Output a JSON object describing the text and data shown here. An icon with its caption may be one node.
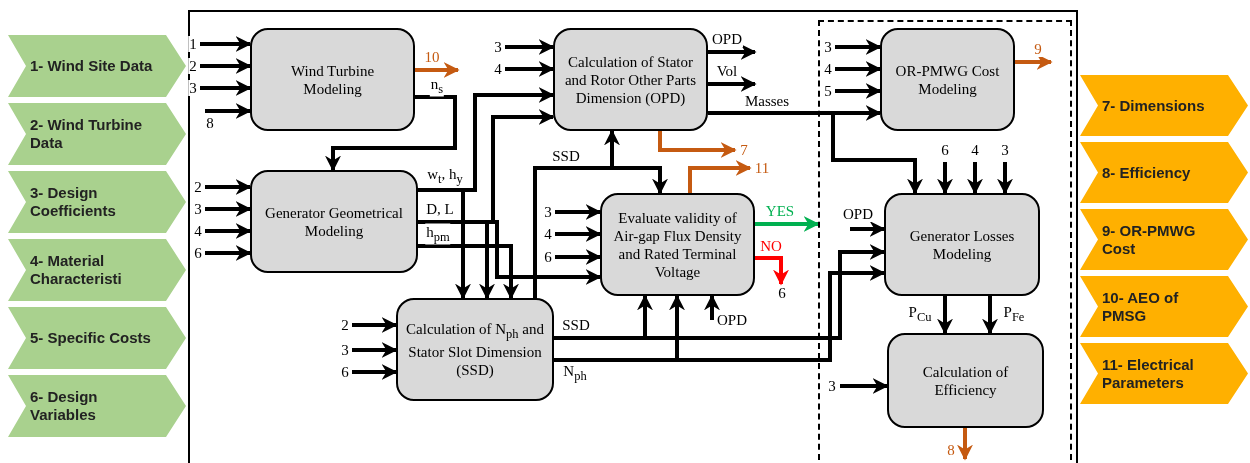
{
  "diagram": {
    "nodes": [
      {
        "text": [
          "1- Wind Site Data"
        ]
      },
      {
        "text": [
          "2- Wind Turbine Data"
        ]
      },
      {
        "text": [
          "3- Design Coefficients"
        ]
      },
      {
        "text": [
          "4- Material Characteristi"
        ]
      },
      {
        "text": [
          "5- Specific Costs"
        ]
      },
      {
        "text": [
          "6- Design Variables"
        ]
      },
      {
        "text": [
          "7- Dimensions"
        ]
      },
      {
        "text": [
          "8- Efficiency"
        ]
      },
      {
        "text": [
          "9- OR-PMWG Cost"
        ]
      },
      {
        "text": [
          "10- AEO of PMSG"
        ]
      },
      {
        "text": [
          "11- Electrical Parameters"
        ]
      },
      {
        "text": [],
        "shape": "box"
      },
      {
        "text": [],
        "shape": "box",
        "in": 11
      },
      {
        "text": [
          "Wind Turbine Modeling"
        ],
        "in": 11
      },
      {
        "text": [
          "Generator Geometrical Modeling"
        ],
        "in": 11
      },
      {
        "text": [
          "Calculation of N$_{ph}$ and Stator Slot Dimension (SSD)"
        ],
        "in": 11
      },
      {
        "text": [
          "Calculation of Stator and Rotor Other Parts Dimension (OPD)"
        ],
        "in": 11
      },
      {
        "text": [
          "Evaluate validity of Air-gap Flux Density and Rated Terminal Voltage"
        ],
        "in": 11
      },
      {
        "text": [
          "OR-PMWG Cost Modeling"
        ],
        "in": 12
      },
      {
        "text": [
          "Generator Losses Modeling"
        ],
        "in": 12
      },
      {
        "text": [
          "Calculation of Efficiency"
        ],
        "in": 12
      },
      {
        "text": [
          "6"
        ],
        "in": 11
      }
    ],
    "edges": [
      {
        "from": null,
        "to": 13,
        "arrow": "to",
        "label": "1"
      },
      {
        "from": null,
        "to": 13,
        "arrow": "to",
        "label": "2"
      },
      {
        "from": null,
        "to": 13,
        "arrow": "to",
        "label": "3"
      },
      {
        "from": null,
        "to": 13,
        "arrow": "to",
        "label": "8"
      },
      {
        "from": 13,
        "to": null,
        "arrow": "to",
        "label": "10",
        "color": "#c55a11"
      },
      {
        "from": 13,
        "to": 14,
        "arrow": "to",
        "label": "n$_{s}$"
      },
      {
        "from": null,
        "to": 14,
        "arrow": "to",
        "label": "2"
      },
      {
        "from": null,
        "to": 14,
        "arrow": "to",
        "label": "3"
      },
      {
        "from": null,
        "to": 14,
        "arrow": "to",
        "label": "4"
      },
      {
        "from": null,
        "to": 14,
        "arrow": "to",
        "label": "6"
      },
      {
        "from": 14,
        "to": 16,
        "arrow": "to",
        "label": "w$_{t}$, h$_{y}$"
      },
      {
        "from": 14,
        "to": 15,
        "arrow": "to"
      },
      {
        "from": 14,
        "to": 16,
        "arrow": "to",
        "label": "D, L"
      },
      {
        "from": 14,
        "to": 15,
        "arrow": "to"
      },
      {
        "from": 14,
        "to": 17,
        "arrow": "to"
      },
      {
        "from": 14,
        "to": 15,
        "arrow": "to",
        "label": "h$_{pm}$"
      },
      {
        "from": 15,
        "to": 16,
        "arrow": "to",
        "label": "SSD"
      },
      {
        "from": 15,
        "to": 17,
        "arrow": "to"
      },
      {
        "from": null,
        "to": 15,
        "arrow": "to",
        "label": "2"
      },
      {
        "from": null,
        "to": 15,
        "arrow": "to",
        "label": "3"
      },
      {
        "from": null,
        "to": 15,
        "arrow": "to",
        "label": "6"
      },
      {
        "from": 15,
        "to": 17,
        "arrow": "to",
        "label": "SSD"
      },
      {
        "from": 15,
        "to": 19,
        "arrow": "to"
      },
      {
        "from": 15,
        "to": 17,
        "arrow": "to",
        "label": "N$_{ph}$"
      },
      {
        "from": 15,
        "to": 19,
        "arrow": "to"
      },
      {
        "from": null,
        "to": 16,
        "arrow": "to",
        "label": "3"
      },
      {
        "from": null,
        "to": 16,
        "arrow": "to",
        "label": "4"
      },
      {
        "from": 16,
        "to": null,
        "arrow": "to",
        "label": "OPD"
      },
      {
        "from": 16,
        "to": null,
        "arrow": "to",
        "label": "Vol"
      },
      {
        "from": 16,
        "to": 18,
        "arrow": "to",
        "label": "Masses"
      },
      {
        "from": 16,
        "to": 19,
        "arrow": "to"
      },
      {
        "from": 16,
        "to": null,
        "arrow": "to",
        "label": "7",
        "color": "#c55a11"
      },
      {
        "from": null,
        "to": 17,
        "arrow": "to",
        "label": "3"
      },
      {
        "from": null,
        "to": 17,
        "arrow": "to",
        "label": "4"
      },
      {
        "from": null,
        "to": 17,
        "arrow": "to",
        "label": "6"
      },
      {
        "from": null,
        "to": 17,
        "arrow": "to",
        "label": "OPD"
      },
      {
        "from": 17,
        "to": null,
        "arrow": "to",
        "label": "11",
        "color": "#c55a11"
      },
      {
        "from": 17,
        "to": 12,
        "arrow": "to",
        "label": "YES",
        "color": "#00b050"
      },
      {
        "from": 17,
        "to": 21,
        "arrow": "to",
        "label": "NO",
        "color": "#ff0000"
      },
      {
        "from": null,
        "to": 18,
        "arrow": "to",
        "label": "3"
      },
      {
        "from": null,
        "to": 18,
        "arrow": "to",
        "label": "4"
      },
      {
        "from": null,
        "to": 18,
        "arrow": "to",
        "label": "5"
      },
      {
        "from": 18,
        "to": null,
        "arrow": "to",
        "label": "9",
        "color": "#c55a11"
      },
      {
        "from": null,
        "to": 19,
        "arrow": "to",
        "label": "6"
      },
      {
        "from": null,
        "to": 19,
        "arrow": "to",
        "label": "4"
      },
      {
        "from": null,
        "to": 19,
        "arrow": "to",
        "label": "3"
      },
      {
        "from": null,
        "to": 19,
        "arrow": "to",
        "label": "OPD"
      },
      {
        "from": 19,
        "to": 20,
        "arrow": "to",
        "label": "P$_{Cu}$"
      },
      {
        "from": 19,
        "to": 20,
        "arrow": "to",
        "label": "P$_{Fe}$"
      },
      {
        "from": null,
        "to": 20,
        "arrow": "to",
        "label": "3"
      },
      {
        "from": 20,
        "to": null,
        "arrow": "to",
        "label": "8",
        "color": "#c55a11"
      }
    ]
  }
}
